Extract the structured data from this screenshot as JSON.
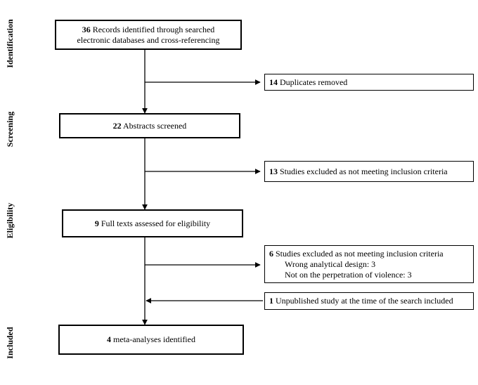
{
  "stages": {
    "identification": "Identification",
    "screening": "Screening",
    "eligibility": "Eligibility",
    "included": "Included"
  },
  "main_boxes": {
    "records": {
      "count": "36",
      "line1": "Records identified through searched",
      "line2": "electronic databases and cross-referencing"
    },
    "abstracts": {
      "count": "22",
      "text": "Abstracts screened"
    },
    "fulltexts": {
      "count": "9",
      "text": "Full texts assessed for eligibility"
    },
    "meta": {
      "count": "4",
      "text": "meta-analyses identified"
    }
  },
  "side_boxes": {
    "duplicates": {
      "count": "14",
      "text": "Duplicates removed"
    },
    "excluded_screening": {
      "count": "13",
      "text": "Studies excluded as not meeting inclusion criteria"
    },
    "excluded_eligibility": {
      "count": "6",
      "text": "Studies excluded as not meeting inclusion criteria",
      "reason1": "Wrong analytical design: 3",
      "reason2": "Not on the perpetration of violence: 3"
    },
    "unpublished": {
      "count": "1",
      "text": "Unpublished study at the time of the search included"
    }
  }
}
